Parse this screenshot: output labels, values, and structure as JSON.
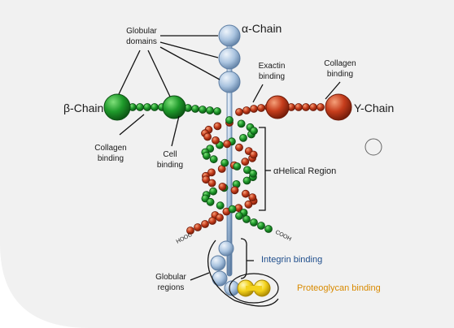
{
  "labels": {
    "alpha_chain": "α-Chain",
    "beta_chain": "β-Chain",
    "gamma_chain": "Y-Chain",
    "globular_domains_1": "Globular",
    "globular_domains_2": "domains",
    "exactin_1": "Exactin",
    "exactin_2": "binding",
    "collagen_top_1": "Collagen",
    "collagen_top_2": "binding",
    "collagen_bottom_1": "Collagen",
    "collagen_bottom_2": "binding",
    "cell_1": "Cell",
    "cell_2": "binding",
    "helical": "αHelical Region",
    "hooc": "HOOC",
    "cooh": "COOH",
    "integrin": "Integrin binding",
    "globular_regions_1": "Globular",
    "globular_regions_2": "regions",
    "proteoglycan": "Proteoglycan binding"
  },
  "colors": {
    "background": "#f1f1f1",
    "alpha_blue": "#a9c3df",
    "beta_green": "#1f9a2b",
    "gamma_red": "#c63d1c",
    "proteoglycan_yellow": "#f3d21b",
    "integrin_text": "#1f4e8c",
    "proteoglycan_text": "#d98a00"
  }
}
